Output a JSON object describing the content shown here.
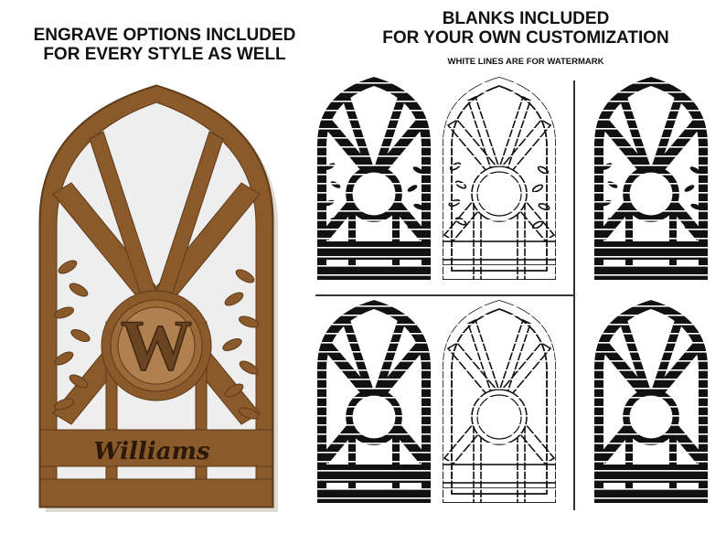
{
  "left_heading": {
    "line1": "ENGRAVE OPTIONS INCLUDED",
    "line2": "FOR EVERY STYLE AS WELL"
  },
  "right_heading": {
    "line1": "BLANKS INCLUDED",
    "line2": "FOR YOUR OWN CUSTOMIZATION",
    "note": "WHITE LINES ARE FOR WATERMARK"
  },
  "product": {
    "monogram_letter": "W",
    "name_text": "Williams",
    "wood_color": "#8a5a2b",
    "wood_dark": "#5e3a18",
    "backing_color": "#eeeeee"
  },
  "blanks": [
    {
      "variant": "solid-with-leaves"
    },
    {
      "variant": "outline-with-leaves"
    },
    {
      "variant": "solid-no-leaves"
    },
    {
      "variant": "solid-plain"
    },
    {
      "variant": "outline-plain"
    },
    {
      "variant": "solid-plain-alt"
    }
  ]
}
